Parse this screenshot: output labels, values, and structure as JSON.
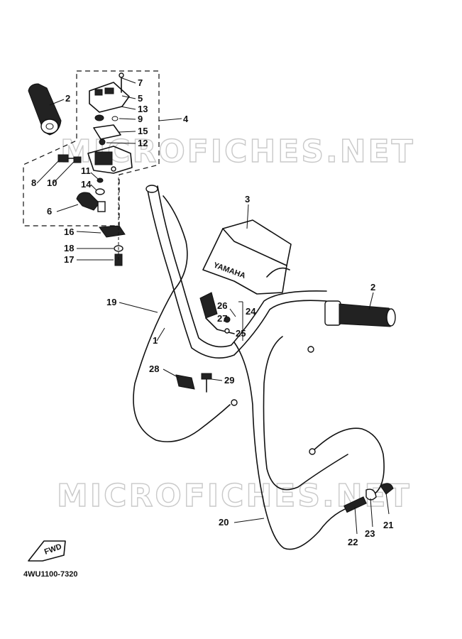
{
  "diagram": {
    "watermark_top": "MICROFICHES.NET",
    "watermark_bottom": "MICROFICHES.NET",
    "brand_on_cover": "YAMAHA",
    "fwd_label": "FWD",
    "diagram_code": "4WU1100-7320"
  },
  "callouts": [
    {
      "id": "c-2a",
      "label": "2"
    },
    {
      "id": "c-7",
      "label": "7"
    },
    {
      "id": "c-5",
      "label": "5"
    },
    {
      "id": "c-13",
      "label": "13"
    },
    {
      "id": "c-9",
      "label": "9"
    },
    {
      "id": "c-4",
      "label": "4"
    },
    {
      "id": "c-15",
      "label": "15"
    },
    {
      "id": "c-12",
      "label": "12"
    },
    {
      "id": "c-8",
      "label": "8"
    },
    {
      "id": "c-10",
      "label": "10"
    },
    {
      "id": "c-11",
      "label": "11"
    },
    {
      "id": "c-14",
      "label": "14"
    },
    {
      "id": "c-6",
      "label": "6"
    },
    {
      "id": "c-16",
      "label": "16"
    },
    {
      "id": "c-18",
      "label": "18"
    },
    {
      "id": "c-17",
      "label": "17"
    },
    {
      "id": "c-3",
      "label": "3"
    },
    {
      "id": "c-2b",
      "label": "2"
    },
    {
      "id": "c-19",
      "label": "19"
    },
    {
      "id": "c-26",
      "label": "26"
    },
    {
      "id": "c-27",
      "label": "27"
    },
    {
      "id": "c-24",
      "label": "24"
    },
    {
      "id": "c-25",
      "label": "25"
    },
    {
      "id": "c-1",
      "label": "1"
    },
    {
      "id": "c-28",
      "label": "28"
    },
    {
      "id": "c-29",
      "label": "29"
    },
    {
      "id": "c-20",
      "label": "20"
    },
    {
      "id": "c-22",
      "label": "22"
    },
    {
      "id": "c-23",
      "label": "23"
    },
    {
      "id": "c-21",
      "label": "21"
    }
  ]
}
